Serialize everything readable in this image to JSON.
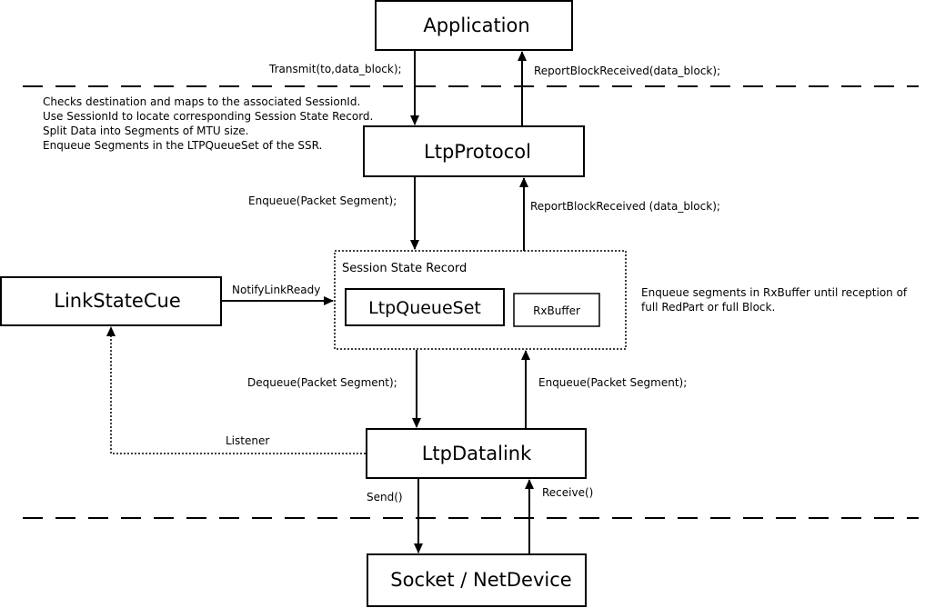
{
  "nodes": {
    "application": "Application",
    "ltp_protocol": "LtpProtocol",
    "session_state_record": "Session State Record",
    "ltp_queue_set": "LtpQueueSet",
    "rx_buffer": "RxBuffer",
    "link_state_cue": "LinkStateCue",
    "ltp_datalink": "LtpDatalink",
    "socket_netdevice": "Socket / NetDevice"
  },
  "edges": {
    "transmit": "Transmit(to,data_block);",
    "report_block_received_top": "ReportBlockReceived(data_block);",
    "enqueue_packet_segment_top": "Enqueue(Packet Segment);",
    "report_block_received_mid": "ReportBlockReceived (data_block);",
    "notify_link_ready": "NotifyLinkReady",
    "dequeue_packet_segment": "Dequeue(Packet Segment);",
    "enqueue_packet_segment_bottom": "Enqueue(Packet Segment);",
    "listener": "Listener",
    "send": "Send()",
    "receive": "Receive()"
  },
  "notes": {
    "protocol_steps": [
      "Checks destination and maps to the associated SessionId.",
      "Use SessionId to locate corresponding Session State Record.",
      "Split Data into Segments of MTU size.",
      "Enqueue Segments in the LTPQueueSet of the SSR."
    ],
    "rxbuffer_note": [
      "Enqueue segments in RxBuffer until reception of",
      "full RedPart or full Block."
    ]
  }
}
